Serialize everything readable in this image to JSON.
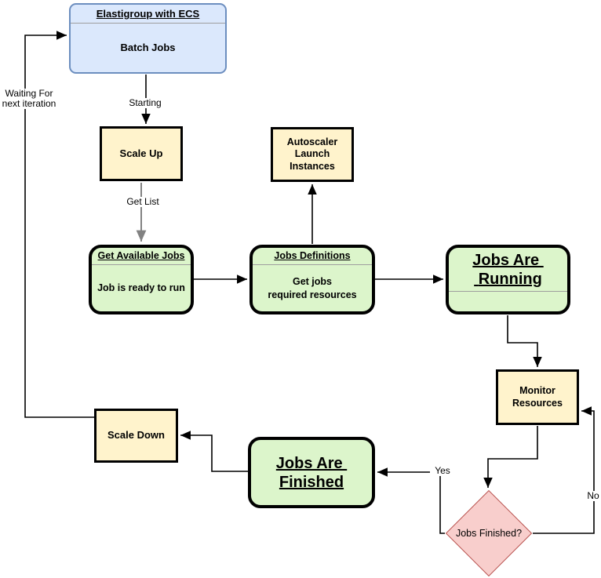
{
  "diagram": {
    "nodes": {
      "elastigroup": {
        "title": "Elastigroup with ECS",
        "body": "Batch Jobs"
      },
      "scale_up": {
        "label": "Scale Up"
      },
      "autoscaler": {
        "label": "Autoscaler\nLaunch\nInstances"
      },
      "get_available_jobs": {
        "title": "Get Available Jobs",
        "body": "Job is ready to run"
      },
      "jobs_definitions": {
        "title": "Jobs Definitions",
        "body": "Get jobs\nrequired resources"
      },
      "jobs_are_running": {
        "title": "Jobs Are \n Running"
      },
      "monitor_resources": {
        "label": "Monitor\nResources"
      },
      "jobs_finished_decision": {
        "label": "Jobs Finished?"
      },
      "jobs_are_finished": {
        "title": "Jobs Are \nFinished"
      },
      "scale_down": {
        "label": "Scale Down"
      }
    },
    "edge_labels": {
      "starting": "Starting",
      "get_list": "Get List",
      "waiting": "Waiting For\nnext iteration",
      "yes": "Yes",
      "no": "No"
    },
    "colors": {
      "blue_fill": "#DBE8FC",
      "blue_border": "#6C8EBF",
      "yellow_fill": "#FFF3CC",
      "green_fill": "#DCF5CB",
      "shape_border": "#000000",
      "pink_fill": "#F8CECC",
      "pink_border": "#B85450",
      "divider": "#9E9E9E",
      "edge": "#000000",
      "edge_gray": "#828282"
    }
  }
}
